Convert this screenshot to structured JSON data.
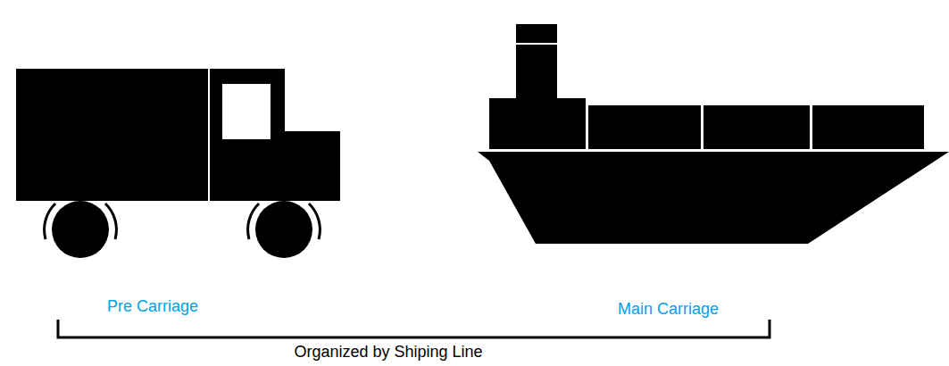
{
  "diagram": {
    "labels": [
      "Pre Carriage",
      "Main Carriage",
      "Organized by Shiping Line"
    ]
  }
}
